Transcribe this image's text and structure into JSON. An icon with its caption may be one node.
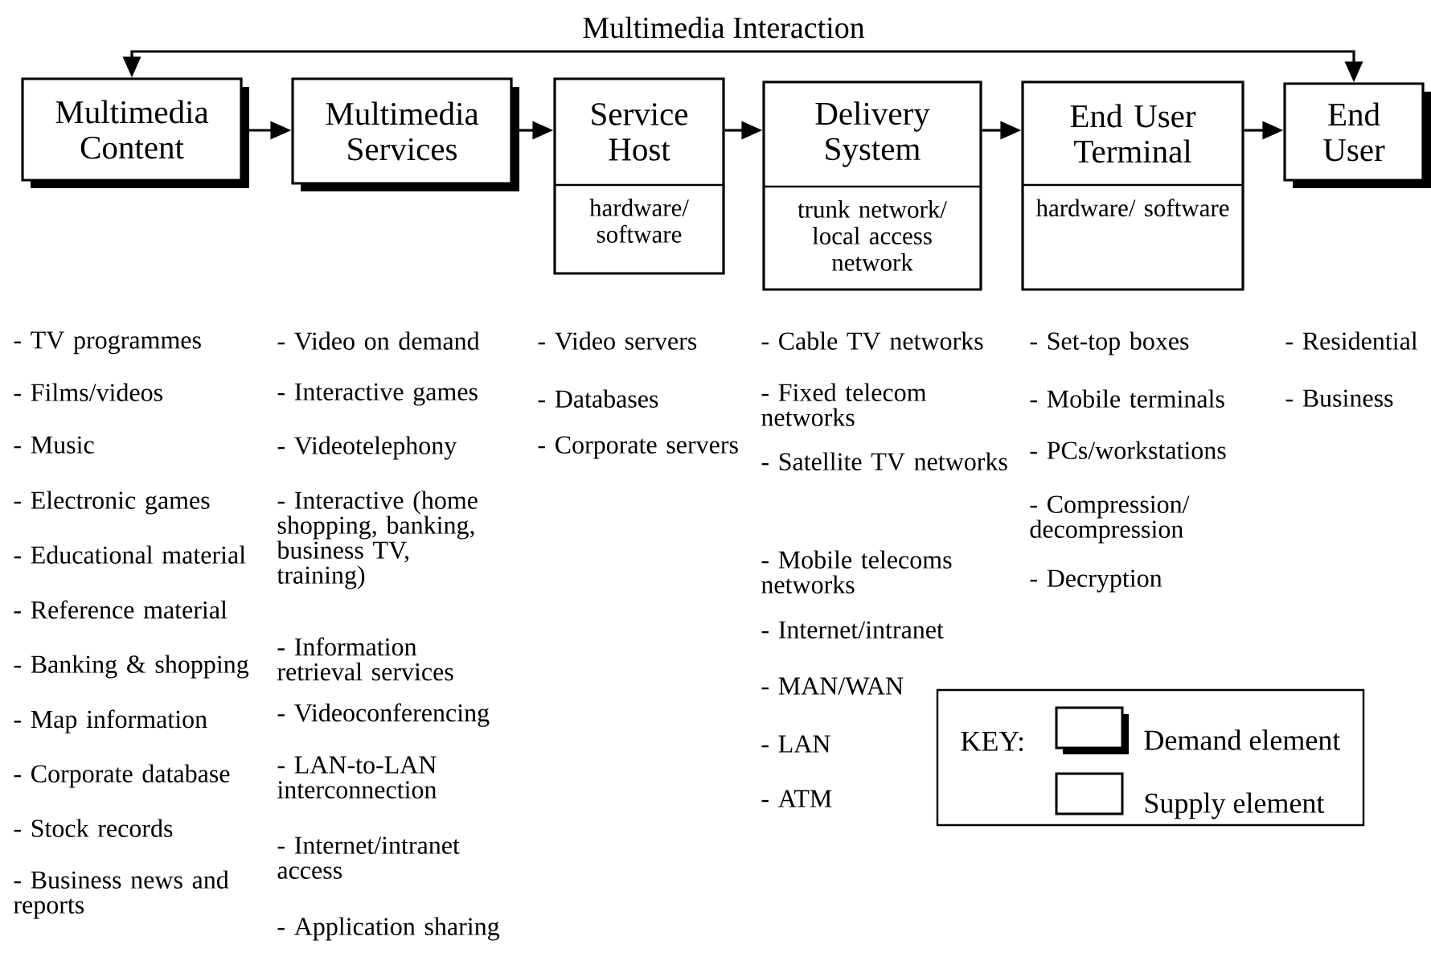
{
  "diagram": {
    "nodes": [
      {
        "text": [
          "Multimedia Content"
        ],
        "beside": [
          "- TV programmes",
          "- Films/videos",
          "- Music",
          "- Electronic games",
          "- Educational material",
          "- Reference material",
          "- Banking & shopping",
          "- Map information",
          "- Corporate database",
          "- Stock records",
          "- Business news and reports"
        ]
      },
      {
        "text": [
          "Multimedia Services"
        ],
        "beside": [
          "- Video on demand",
          "- Interactive games",
          "- Videotelephony",
          "- Interactive (home shopping, banking, business TV, training)",
          "- Information retrieval services",
          "- Videoconferencing",
          "- LAN-to-LAN interconnection",
          "- Internet/intranet access",
          "- Application sharing"
        ]
      },
      {
        "text": [
          "Service Host",
          "hardware/ software"
        ],
        "beside": [
          "- Video servers",
          "- Databases",
          "- Corporate servers"
        ]
      },
      {
        "text": [
          "Delivery System",
          "trunk network/ local access network"
        ],
        "beside": [
          "- Cable TV networks",
          "- Fixed telecom networks",
          "- Satellite TV networks",
          "- Mobile telecoms networks",
          "- Internet/intranet",
          "- MAN/WAN",
          "- LAN",
          "- ATM"
        ]
      },
      {
        "text": [
          "End User Terminal",
          "hardware/ software"
        ],
        "beside": [
          "- Set-top boxes",
          "- Mobile terminals",
          "- PCs/workstations",
          "- Compression/ decompression",
          "- Decryption"
        ]
      },
      {
        "text": [
          "End User"
        ],
        "beside": [
          "- Residential",
          "- Business"
        ]
      }
    ],
    "edges": [
      {
        "from": 0,
        "to": 1,
        "arrow": "to"
      },
      {
        "from": 1,
        "to": 2,
        "arrow": "to"
      },
      {
        "from": 2,
        "to": 3,
        "arrow": "to"
      },
      {
        "from": 3,
        "to": 4,
        "arrow": "to"
      },
      {
        "from": 4,
        "to": 5,
        "arrow": "to"
      },
      {
        "from": 5,
        "to": 0,
        "arrow": "both",
        "label": "Multimedia Interaction"
      }
    ],
    "labels": [
      "KEY:"
    ],
    "legend": [
      {
        "text": "Demand element"
      },
      {
        "text": "Supply element"
      }
    ]
  }
}
